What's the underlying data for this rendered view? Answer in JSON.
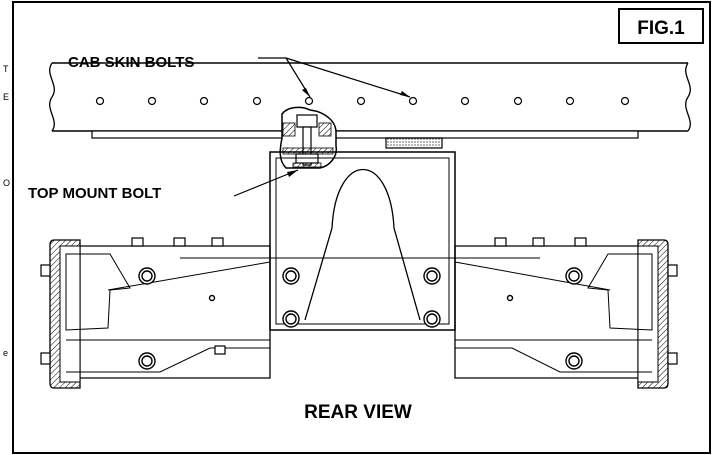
{
  "figure": {
    "tag": "FIG.1",
    "callouts": {
      "cab_skin_bolts": "CAB SKIN BOLTS",
      "top_mount_bolt": "TOP MOUNT BOLT"
    },
    "view_caption": "REAR VIEW",
    "edge_marks": [
      "T",
      "E",
      "O",
      "e"
    ]
  }
}
